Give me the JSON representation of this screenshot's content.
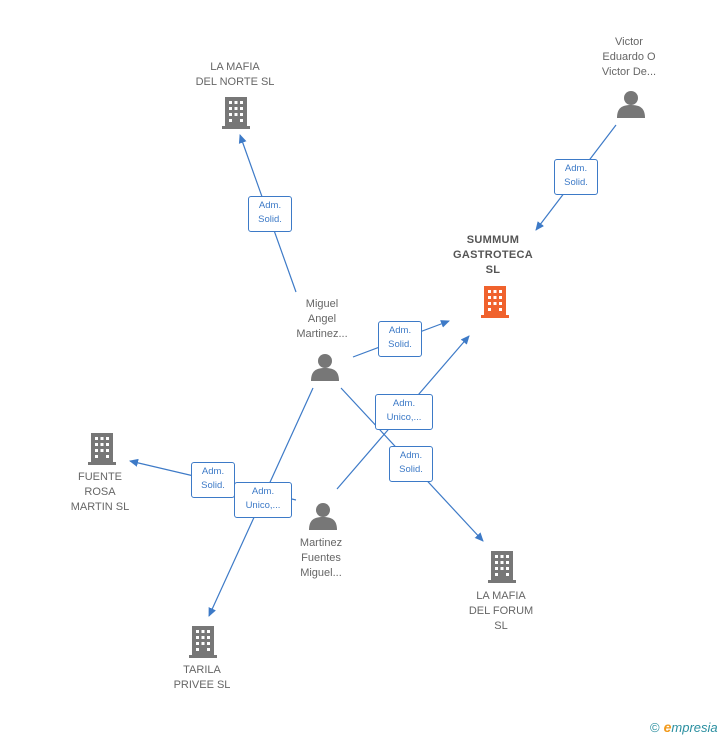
{
  "nodes": {
    "la_mafia_norte": {
      "label": "LA MAFIA\nDEL NORTE  SL",
      "type": "company"
    },
    "victor": {
      "label": "Victor\nEduardo O\nVictor De...",
      "type": "person"
    },
    "summum": {
      "label": "SUMMUM\nGASTROTECA\nSL",
      "type": "company-main"
    },
    "miguel_angel": {
      "label": "Miguel\nAngel\nMartinez...",
      "type": "person"
    },
    "fuente_rosa": {
      "label": "FUENTE\nROSA\nMARTIN SL",
      "type": "company"
    },
    "martinez_fuentes": {
      "label": "Martinez\nFuentes\nMiguel...",
      "type": "person"
    },
    "la_mafia_forum": {
      "label": "LA MAFIA\nDEL FORUM\nSL",
      "type": "company"
    },
    "tarila": {
      "label": "TARILA\nPRIVEE  SL",
      "type": "company"
    }
  },
  "edges": [
    {
      "from": "miguel_angel",
      "to": "la_mafia_norte",
      "label": "Adm.\nSolid."
    },
    {
      "from": "victor",
      "to": "summum",
      "label": "Adm.\nSolid."
    },
    {
      "from": "miguel_angel",
      "to": "summum",
      "label": "Adm.\nSolid."
    },
    {
      "from": "martinez_fuentes",
      "to": "summum",
      "label": "Adm.\nUnico,..."
    },
    {
      "from": "miguel_angel",
      "to": "la_mafia_forum",
      "label": "Adm.\nSolid."
    },
    {
      "from": "martinez_fuentes",
      "to": "fuente_rosa",
      "label": "Adm.\nSolid."
    },
    {
      "from": "miguel_angel",
      "to": "tarila",
      "label": "Adm.\nUnico,..."
    }
  ],
  "colors": {
    "edge": "#3d7ac7",
    "company": "#777777",
    "company_main": "#f0622d",
    "person": "#777777"
  },
  "footer": {
    "copyright": "©",
    "brand_initial": "e",
    "brand_rest": "mpresia"
  }
}
